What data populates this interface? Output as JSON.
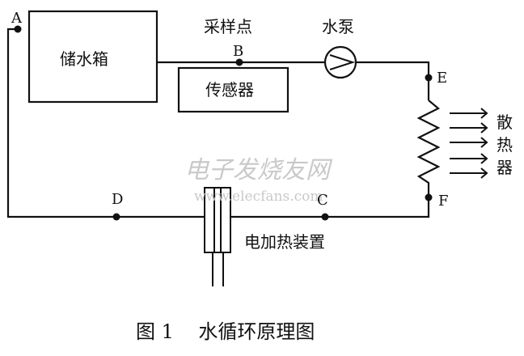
{
  "diagram": {
    "nodes": {
      "A": "A",
      "B": "B",
      "C": "C",
      "D": "D",
      "E": "E",
      "F": "F"
    },
    "components": {
      "tank": "储水箱",
      "sensor": "传感器",
      "sampling_point": "采样点",
      "pump": "水泵",
      "radiator_chars": [
        "散",
        "热",
        "器"
      ],
      "heater": "电加热装置"
    },
    "caption": "图 1    水循环原理图",
    "watermark": {
      "site_cn": "电子发烧友网",
      "url": "www.elecfans.com"
    }
  },
  "colors": {
    "line": "#111111",
    "watermark": "#c9c9c9"
  }
}
